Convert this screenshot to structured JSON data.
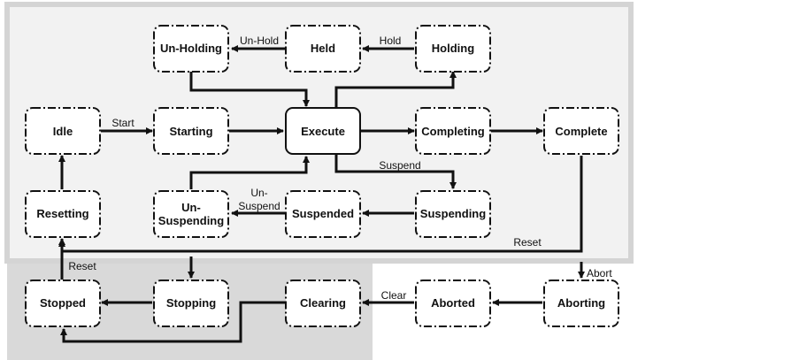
{
  "colors": {
    "upper_region": "#f2f2f2",
    "upper_border": "#d4d4d4",
    "lower_region": "#d9d9d9",
    "stroke": "#111111",
    "box_fill": "#ffffff"
  },
  "states": {
    "unholding": "Un-Holding",
    "held": "Held",
    "holding": "Holding",
    "idle": "Idle",
    "starting": "Starting",
    "execute": "Execute",
    "completing": "Completing",
    "complete": "Complete",
    "resetting": "Resetting",
    "unsuspending_1": "Un-",
    "unsuspending_2": "Suspending",
    "suspended": "Suspended",
    "suspending": "Suspending",
    "stopped": "Stopped",
    "stopping": "Stopping",
    "clearing": "Clearing",
    "aborted": "Aborted",
    "aborting": "Aborting"
  },
  "transitions": {
    "unhold": "Un-Hold",
    "hold": "Hold",
    "start": "Start",
    "suspend": "Suspend",
    "unsuspend_1": "Un-",
    "unsuspend_2": "Suspend",
    "reset_right": "Reset",
    "reset_left": "Reset",
    "abort": "Abort",
    "clear": "Clear"
  }
}
